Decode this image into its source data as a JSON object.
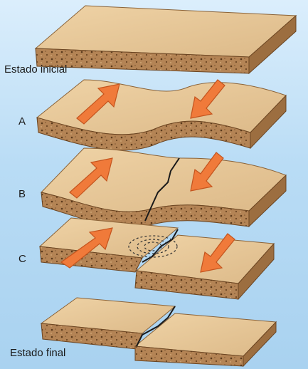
{
  "labels": {
    "initial": "Estado inicial",
    "a": "A",
    "b": "B",
    "c": "C",
    "final": "Estado final"
  },
  "colors": {
    "background": "#b9dcf5",
    "slab_top": "#e6c79a",
    "slab_side": "#a87a4a",
    "arrow": "#f07a3a",
    "fault_line": "#1a1a1a"
  },
  "icons": {
    "arrow_up": "stress-arrow-up-icon",
    "arrow_down": "stress-arrow-down-icon"
  }
}
